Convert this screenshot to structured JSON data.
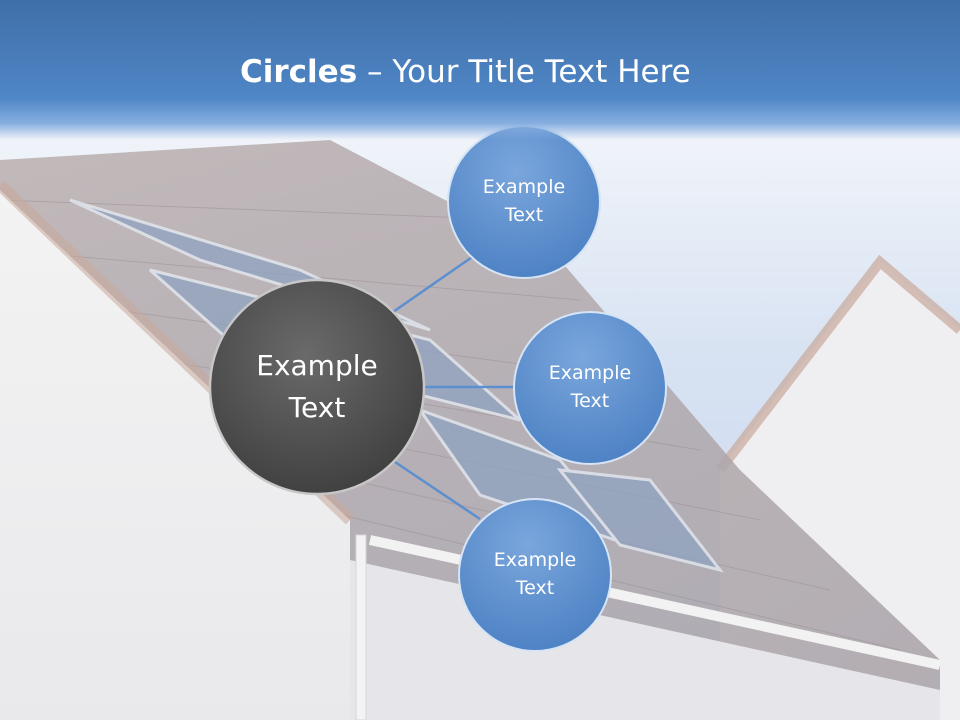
{
  "slide": {
    "title_bold": "Circles",
    "title_rest": " – Your Title Text Here"
  },
  "diagram": {
    "hub": {
      "line1": "Example",
      "line2": "Text"
    },
    "satellites": [
      {
        "line1": "Example",
        "line2": "Text"
      },
      {
        "line1": "Example",
        "line2": "Text"
      },
      {
        "line1": "Example",
        "line2": "Text"
      }
    ]
  },
  "colors": {
    "header": "#4f86c6",
    "hub": "#4d4d4d",
    "satellite": "#5b8fcf",
    "connector": "#5b8fcf"
  }
}
